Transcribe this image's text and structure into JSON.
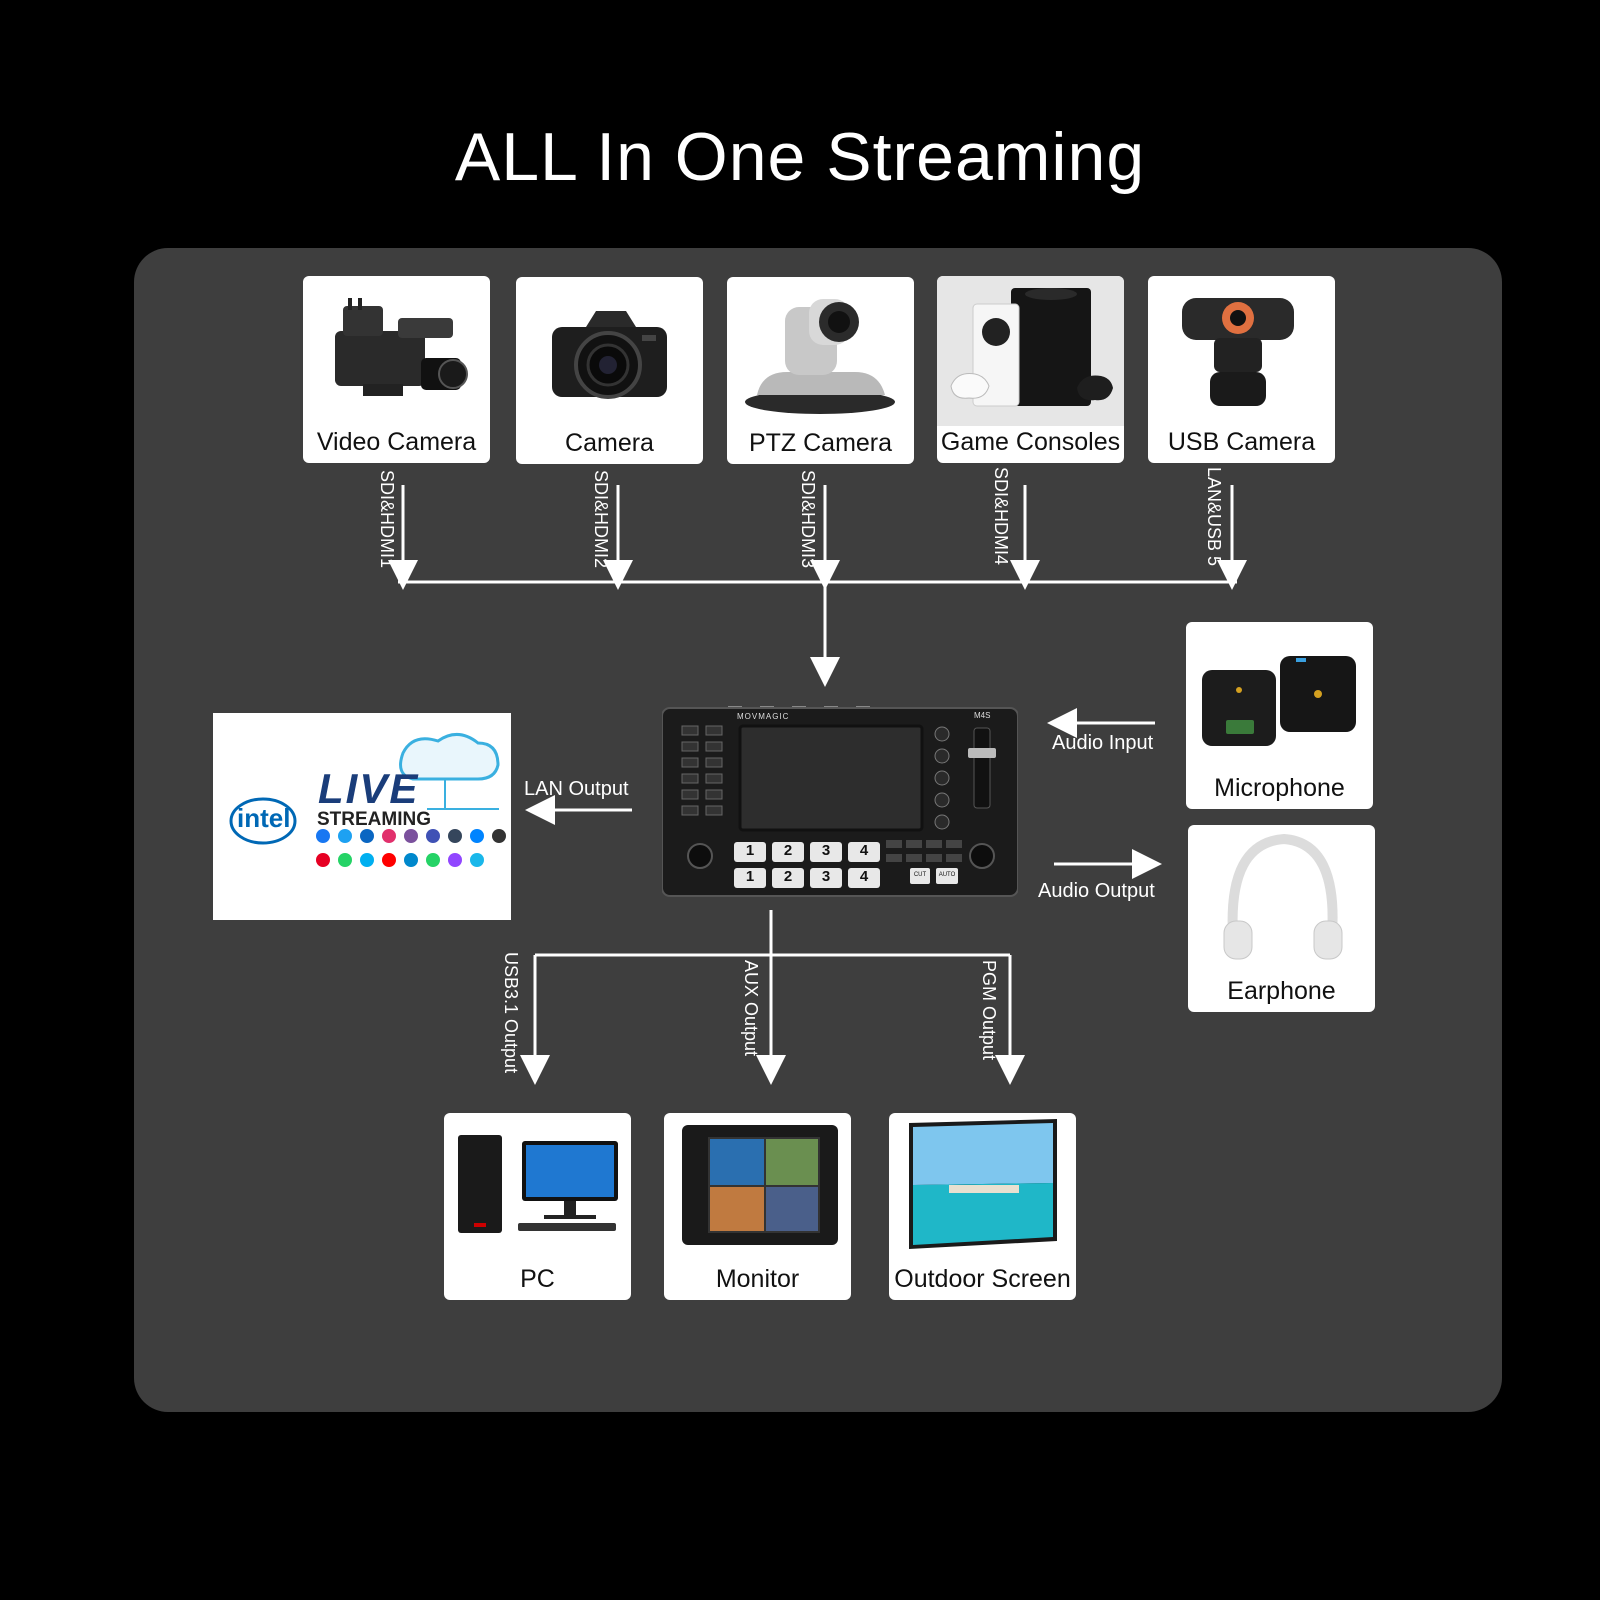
{
  "title": "ALL In One Streaming",
  "inputs": [
    {
      "label": "Video Camera",
      "icon": "video-camera-icon",
      "connector": "SDI&HDMI1"
    },
    {
      "label": "Camera",
      "icon": "dslr-camera-icon",
      "connector": "SDI&HDMI2"
    },
    {
      "label": "PTZ Camera",
      "icon": "ptz-camera-icon",
      "connector": "SDI&HDMI3"
    },
    {
      "label": "Game Consoles",
      "icon": "game-console-icon",
      "connector": "SDI&HDMI4"
    },
    {
      "label": "USB Camera",
      "icon": "usb-webcam-icon",
      "connector": "LAN&USB 5"
    }
  ],
  "audio": {
    "input_label": "Audio Input",
    "output_label": "Audio Output",
    "microphone": "Microphone",
    "earphone": "Earphone"
  },
  "lan": {
    "label": "LAN Output",
    "logo_brand": "intel",
    "logo_line1": "LIVE",
    "logo_line2": "STREAMING"
  },
  "device": {
    "brand": "MOVMAGIC",
    "model": "M4S",
    "row_buttons": [
      "1",
      "2",
      "3",
      "4"
    ],
    "cut_label": "CUT",
    "auto_label": "AUTO"
  },
  "outputs": [
    {
      "label": "PC",
      "icon": "desktop-pc-icon",
      "connector": "USB3.1 Output"
    },
    {
      "label": "Monitor",
      "icon": "broadcast-monitor-icon",
      "connector": "AUX Output"
    },
    {
      "label": "Outdoor Screen",
      "icon": "led-screen-icon",
      "connector": "PGM Output"
    }
  ],
  "colors": {
    "background": "#000000",
    "panel": "#3e3e3e",
    "card": "#ffffff",
    "line": "#ffffff"
  }
}
